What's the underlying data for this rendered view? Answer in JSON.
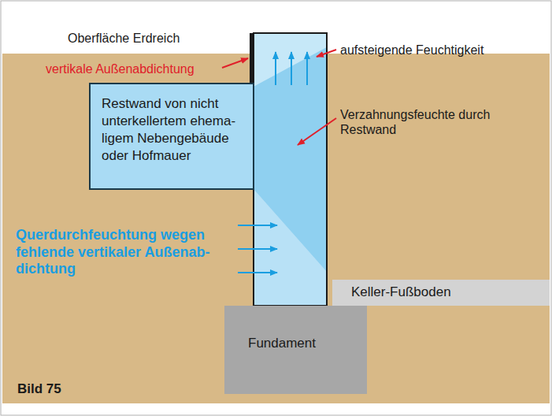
{
  "diagram": {
    "caption": "Bild 75",
    "nodes": [
      {
        "text": [
          "Restwand von nicht unterkellertem ehema- ligem Nebengebäude oder Hofmauer"
        ]
      },
      {
        "text": [
          "Keller-Fußboden"
        ]
      },
      {
        "text": [
          "Fundament"
        ]
      }
    ],
    "labels": [
      "Oberfläche Erdreich",
      "vertikale Außenabdichtung",
      "aufsteigende Feuchtigkeit",
      "Verzahnungsfeuchte durch Restwand",
      "Querdurchfeuchtung wegen fehlende vertikaler Außenab- dichtung"
    ]
  }
}
